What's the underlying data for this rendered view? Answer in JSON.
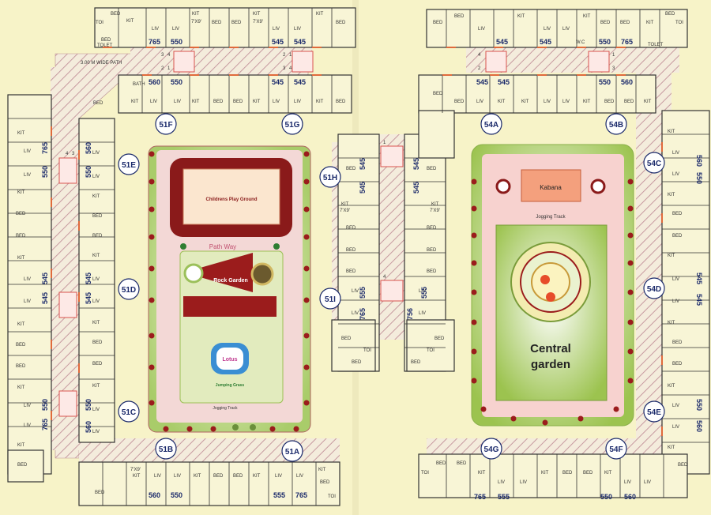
{
  "path_label": "3.00 M WIDE PATH",
  "wings": [
    "51A",
    "51B",
    "51C",
    "51D",
    "51E",
    "51F",
    "51G",
    "51H",
    "51I",
    "54A",
    "54B",
    "54C",
    "54D",
    "54E",
    "54F",
    "54G"
  ],
  "room_labels": {
    "bed": "BED",
    "liv": "LIV",
    "kit": "KIT",
    "toi": "TOI",
    "toilet": "TOLET",
    "wc": "W.C",
    "bath": "BATH",
    "kit_size": "7'X9'",
    "stair_nums": [
      "1",
      "2",
      "3",
      "4"
    ]
  },
  "unit_sizes": [
    "545",
    "550",
    "555",
    "560",
    "756",
    "765"
  ],
  "garden_left": {
    "play_ground": "Childrens Play Ground",
    "path_way": "Path Way",
    "rock_garden": "Rock Garden",
    "lotus": "Lotus",
    "jumping_grass": "Jumping Grass",
    "jogging_track": "Jogging Track"
  },
  "garden_right": {
    "kabana": "Kabana",
    "jogging_track": "Jogging Track",
    "central_garden_1": "Central",
    "central_garden_2": "garden"
  },
  "colors": {
    "wall": "#333333",
    "hatch": "#c79aa0",
    "walkway": "#f6d3d6",
    "wing_label": "#1b2a6b",
    "door": "#d9534f"
  }
}
